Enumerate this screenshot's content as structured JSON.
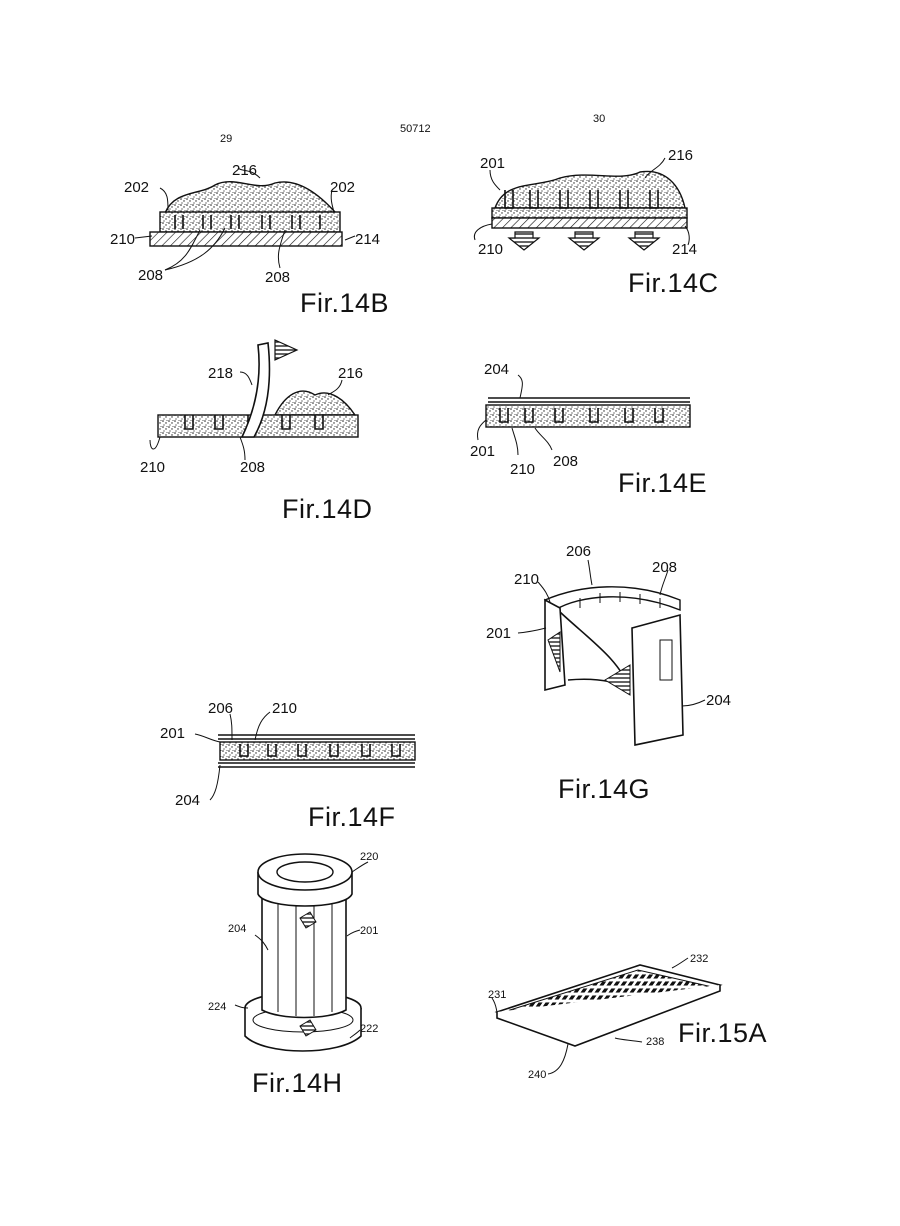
{
  "header": {
    "page_left": "29",
    "doc_number": "50712",
    "page_right": "30"
  },
  "figures": {
    "fig14B": {
      "caption": "Fir.14B",
      "labels": {
        "a": "216",
        "b": "202",
        "c": "202",
        "d": "210",
        "e": "214",
        "f": "208",
        "g": "208"
      }
    },
    "fig14C": {
      "caption": "Fir.14C",
      "labels": {
        "a": "201",
        "b": "216",
        "c": "210",
        "d": "214"
      }
    },
    "fig14D": {
      "caption": "Fir.14D",
      "labels": {
        "a": "218",
        "b": "216",
        "c": "210",
        "d": "208"
      }
    },
    "fig14E": {
      "caption": "Fir.14E",
      "labels": {
        "a": "204",
        "b": "201",
        "c": "210",
        "d": "208"
      }
    },
    "fig14F": {
      "caption": "Fir.14F",
      "labels": {
        "a": "206",
        "b": "210",
        "c": "201",
        "d": "204"
      }
    },
    "fig14G": {
      "caption": "Fir.14G",
      "labels": {
        "a": "206",
        "b": "208",
        "c": "210",
        "d": "201",
        "e": "204"
      }
    },
    "fig14H": {
      "caption": "Fir.14H",
      "labels": {
        "a": "220",
        "b": "204",
        "c": "201",
        "d": "224",
        "e": "222"
      }
    },
    "fig15A": {
      "caption": "Fir.15A",
      "labels": {
        "a": "232",
        "b": "231",
        "c": "238",
        "d": "240"
      }
    }
  }
}
